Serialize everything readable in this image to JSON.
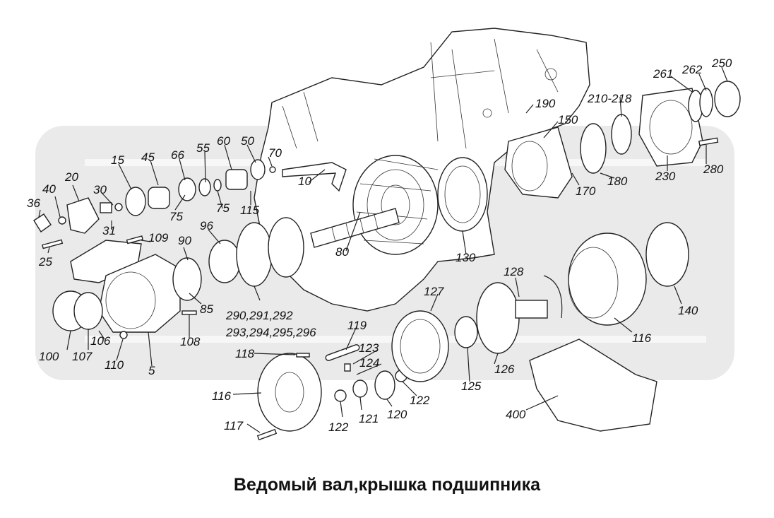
{
  "caption": "Ведомый вал,крышка подшипника",
  "callouts": {
    "c36": "36",
    "c40": "40",
    "c20": "20",
    "c15": "15",
    "c30": "30",
    "c45": "45",
    "c66": "66",
    "c55": "55",
    "c60": "60",
    "c50": "50",
    "c70": "70",
    "c10": "10",
    "c31": "31",
    "c25": "25",
    "c75a": "75",
    "c75b": "75",
    "c115": "115",
    "c109": "109",
    "c90": "90",
    "c96": "96",
    "c80": "80",
    "c130": "130",
    "c190": "190",
    "c150": "150",
    "c210": "210-218",
    "c261": "261",
    "c262": "262",
    "c250": "250",
    "c170": "170",
    "c180": "180",
    "c230": "230",
    "c280": "280",
    "c128": "128",
    "c127": "127",
    "c140": "140",
    "c116a": "116",
    "c116b": "116",
    "c85": "85",
    "c108": "108",
    "c100": "100",
    "c107": "107",
    "c106": "106",
    "c110": "110",
    "c5": "5",
    "c290": "290,291,292",
    "c293": "293,294,295,296",
    "c119": "119",
    "c118": "118",
    "c123": "123",
    "c124": "124",
    "c125": "125",
    "c126": "126",
    "c122a": "122",
    "c122b": "122",
    "c121": "121",
    "c120": "120",
    "c117": "117",
    "c400": "400"
  },
  "watermark_color": "#d9d9d9"
}
